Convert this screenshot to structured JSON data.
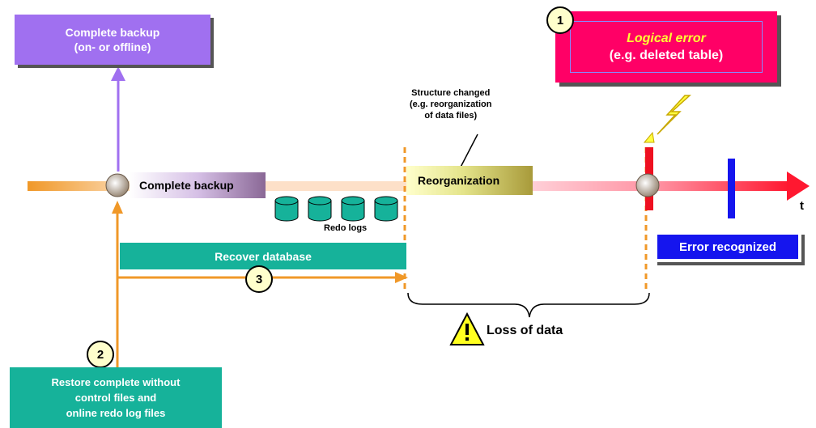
{
  "backup_box": {
    "line1": "Complete backup",
    "line2": "(on- or offline)"
  },
  "error_box": {
    "badge": "1",
    "title": "Logical error",
    "subtitle": "(e.g. deleted table)"
  },
  "timeline": {
    "complete_backup_label": "Complete backup",
    "reorganization_label": "Reorganization",
    "redo_logs_label": "Redo logs",
    "time_label": "t",
    "structure_note": [
      "Structure changed",
      "(e.g. reorganization",
      "of data files)"
    ]
  },
  "recover": {
    "label": "Recover database",
    "badge": "3"
  },
  "restore_box": {
    "badge": "2",
    "line1": "Restore complete without",
    "line2": "control files and",
    "line3": "online redo log files"
  },
  "error_recognized": "Error recognized",
  "loss_of_data": "Loss of data",
  "colors": {
    "timeline_orange": "#f0a040",
    "timeline_red": "#ff2040",
    "purple": "#a070f0",
    "pink": "#ff0066",
    "teal": "#16b29a",
    "blue": "#1515ee"
  },
  "icons": [
    "lightning-bolt-icon",
    "warning-triangle-icon",
    "database-cylinder-icon"
  ]
}
